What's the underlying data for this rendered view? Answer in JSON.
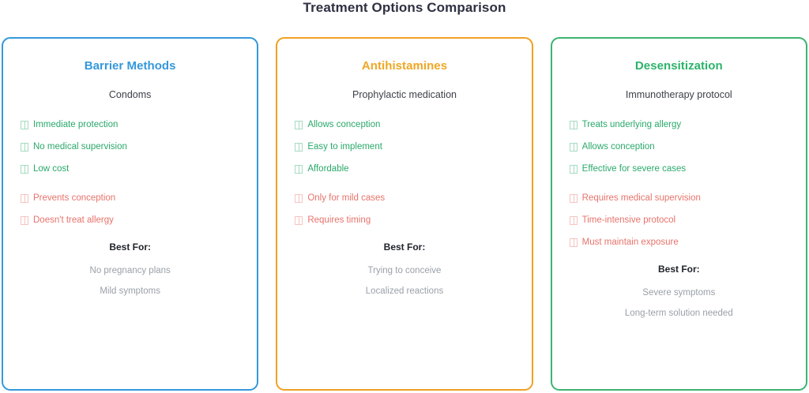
{
  "header": {
    "title": "Treatment Options Comparison"
  },
  "labels": {
    "best_for": "Best For:",
    "pro_icon": "tofu-box-icon",
    "con_icon": "tofu-box-icon"
  },
  "colors": {
    "title_text": "#2d3142",
    "pro_text": "#2aa96a",
    "con_text": "#e8736b",
    "best_for_item_text": "#9aa0a8",
    "card1_accent": "#3498db",
    "card2_accent": "#f0a022",
    "card3_accent": "#3eb370"
  },
  "cards": [
    {
      "id": "barrier-methods",
      "title": "Barrier Methods",
      "subtitle": "Condoms",
      "accent": "#3498db",
      "border": "#3498db",
      "pros": [
        "Immediate protection",
        "No medical supervision",
        "Low cost"
      ],
      "cons": [
        "Prevents conception",
        "Doesn't treat allergy"
      ],
      "best_for": [
        "No pregnancy plans",
        "Mild symptoms"
      ]
    },
    {
      "id": "antihistamines",
      "title": "Antihistamines",
      "subtitle": "Prophylactic medication",
      "accent": "#efa724",
      "border": "#f0a022",
      "pros": [
        "Allows conception",
        "Easy to implement",
        "Affordable"
      ],
      "cons": [
        "Only for mild cases",
        "Requires timing"
      ],
      "best_for": [
        "Trying to conceive",
        "Localized reactions"
      ]
    },
    {
      "id": "desensitization",
      "title": "Desensitization",
      "subtitle": "Immunotherapy protocol",
      "accent": "#2cb36a",
      "border": "#3eb370",
      "pros": [
        "Treats underlying allergy",
        "Allows conception",
        "Effective for severe cases"
      ],
      "cons": [
        "Requires medical supervision",
        "Time-intensive protocol",
        "Must maintain exposure"
      ],
      "best_for": [
        "Severe symptoms",
        "Long-term solution needed"
      ]
    }
  ]
}
